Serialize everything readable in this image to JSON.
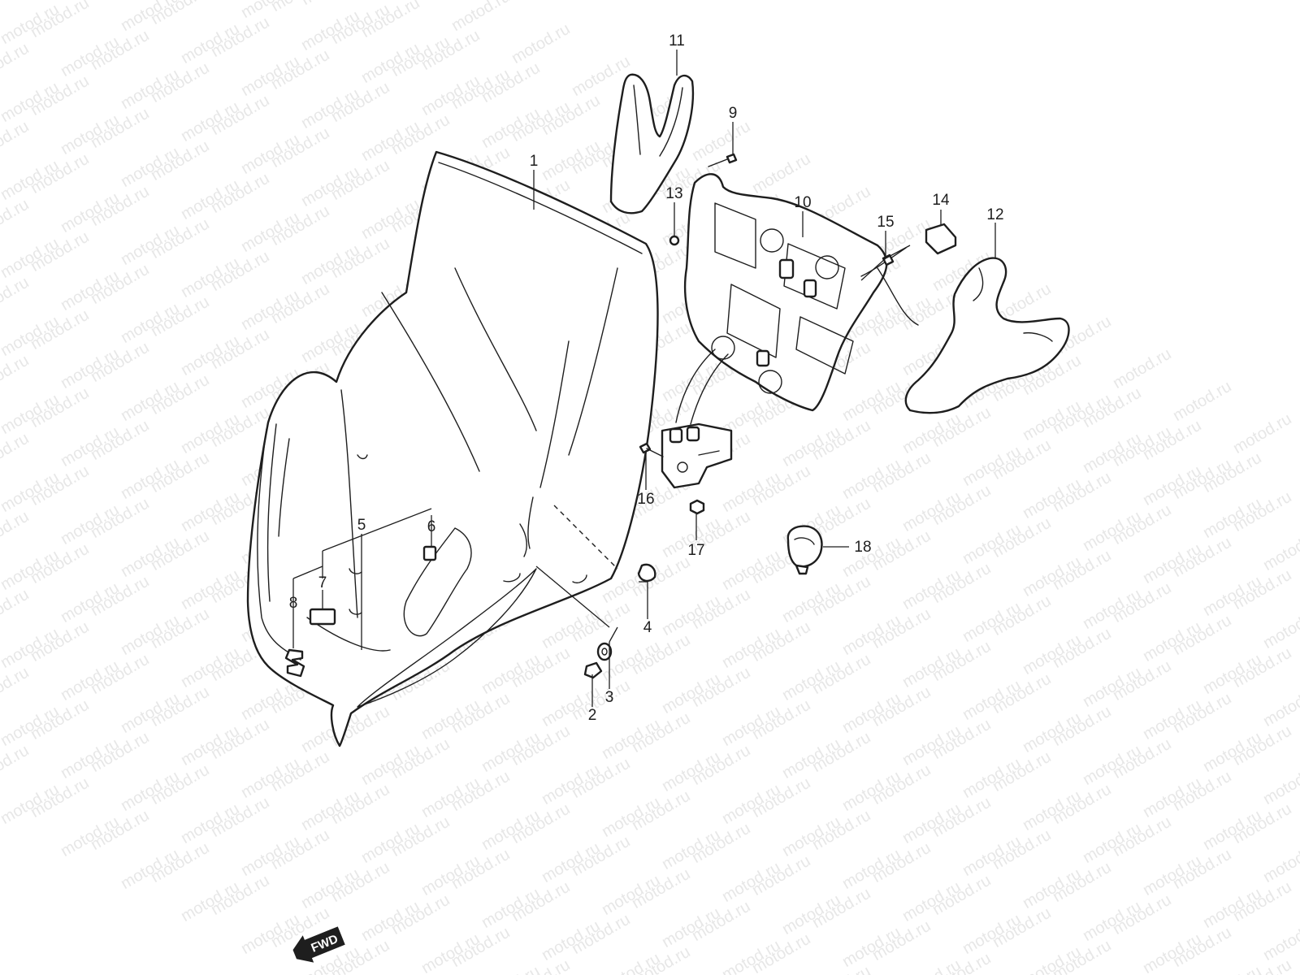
{
  "watermark": {
    "text": "motod.ru"
  },
  "fwd_badge": {
    "label": "FWD"
  },
  "callouts": [
    {
      "id": "1",
      "label": "1"
    },
    {
      "id": "2",
      "label": "2"
    },
    {
      "id": "3",
      "label": "3"
    },
    {
      "id": "4",
      "label": "4"
    },
    {
      "id": "5",
      "label": "5"
    },
    {
      "id": "6",
      "label": "6"
    },
    {
      "id": "7",
      "label": "7"
    },
    {
      "id": "8",
      "label": "8"
    },
    {
      "id": "9",
      "label": "9"
    },
    {
      "id": "10",
      "label": "10"
    },
    {
      "id": "11",
      "label": "11"
    },
    {
      "id": "12",
      "label": "12"
    },
    {
      "id": "13",
      "label": "13"
    },
    {
      "id": "14",
      "label": "14"
    },
    {
      "id": "15",
      "label": "15"
    },
    {
      "id": "16",
      "label": "16"
    },
    {
      "id": "17",
      "label": "17"
    },
    {
      "id": "18",
      "label": "18"
    }
  ],
  "colors": {
    "line": "#1e1e1e",
    "watermark": "#e7e7e7",
    "background": "#ffffff"
  }
}
